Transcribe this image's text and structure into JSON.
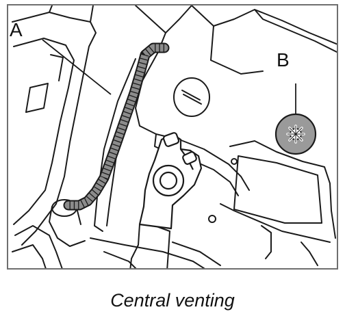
{
  "diagram": {
    "callouts": [
      {
        "id": "A",
        "label": "A"
      },
      {
        "id": "B",
        "label": "B"
      }
    ],
    "caption": "Central venting",
    "colors": {
      "frame": "#6e6e6e",
      "line": "#1a1a1a",
      "hose_fill": "#8c8c8c",
      "plug_fill": "#9a9a9a"
    }
  }
}
